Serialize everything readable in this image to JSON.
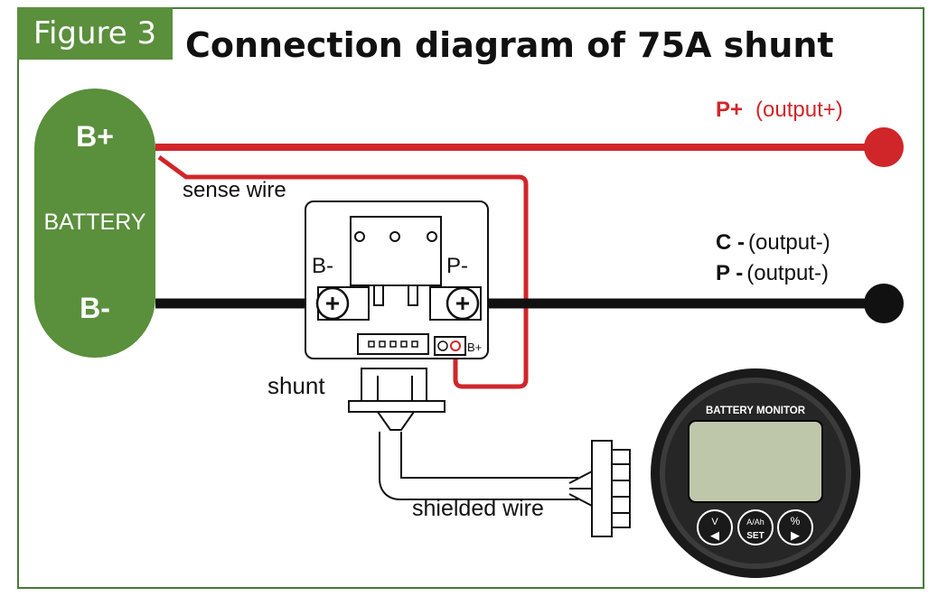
{
  "figure_tag": "Figure 3",
  "title": "Connection diagram of 75A shunt",
  "battery": {
    "plus": "B+",
    "name": "BATTERY",
    "minus": "B-"
  },
  "labels": {
    "sense_wire": "sense wire",
    "shunt": "shunt",
    "shielded_wire": "shielded wire",
    "p_plus_bold": "P+",
    "p_plus_desc": "(output+)",
    "c_minus_bold": "C -",
    "c_minus_desc": "(output-)",
    "p_minus_bold": "P -",
    "p_minus_desc": "(output-)"
  },
  "shunt_terminals": {
    "b_minus": "B-",
    "p_minus": "P-",
    "b_plus": "B+"
  },
  "monitor": {
    "brand": "",
    "label": "BATTERY MONITOR",
    "buttons": [
      {
        "top": "V",
        "bottom": "◀"
      },
      {
        "top": "A/Ah",
        "bottom": "SET"
      },
      {
        "top": "%",
        "bottom": "▶"
      }
    ]
  },
  "colors": {
    "green": "#5a8f3c",
    "red": "#d0262a",
    "black": "#111111",
    "lcd": "#bfc7ab"
  }
}
